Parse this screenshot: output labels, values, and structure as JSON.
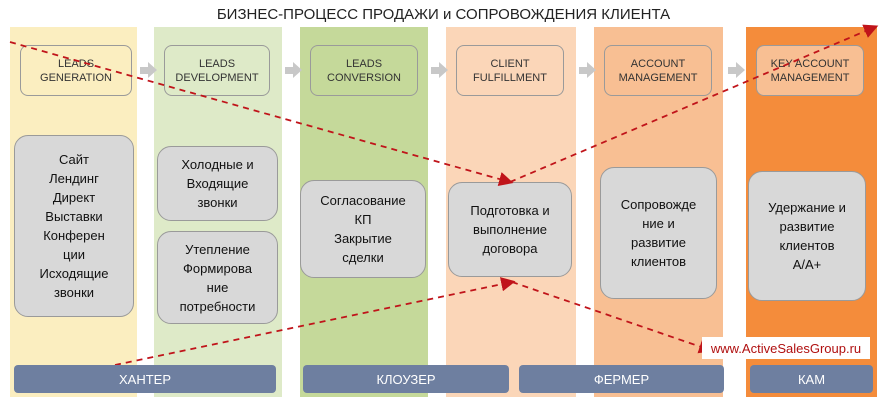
{
  "title": "БИЗНЕС-ПРОЦЕСС ПРОДАЖИ и СОПРОВОЖДЕНИЯ КЛИЕНТА",
  "colors": {
    "col1": "#fbeec0",
    "col2": "#deeac8",
    "col3": "#c5d99a",
    "col4": "#fbd6b8",
    "col5": "#f8bf93",
    "col6": "#f48c3b",
    "role": "#6e7fa0",
    "dash": "#c0141a"
  },
  "stages": [
    {
      "line1": "LEADS",
      "line2": "GENERATION"
    },
    {
      "line1": "LEADS",
      "line2": "DEVELOPMENT"
    },
    {
      "line1": "LEADS",
      "line2": "CONVERSION"
    },
    {
      "line1": "CLIENT",
      "line2": "FULFILLMENT"
    },
    {
      "line1": "ACCOUNT",
      "line2": "MANAGEMENT"
    },
    {
      "line1": "KEY ACCOUNT",
      "line2": "MANAGEMENT"
    }
  ],
  "boxes": {
    "col1": "Сайт\nЛендинг\nДирект\nВыставки\nКонферен\nции\nИсходящие\nзвонки",
    "col2_top": "Холодные и\nВходящие\nзвонки",
    "col2_bottom": "Утепление\nФормирова\nние\nпотребности",
    "col3": "Согласование\nКП\nЗакрытие\nсделки",
    "col4": "Подготовка и\nвыполнение\nдоговора",
    "col5": "Сопровожде\nние и\nразвитие\nклиентов",
    "col6": "Удержание и\nразвитие\nклиентов\nA/A+"
  },
  "roles": [
    "ХАНТЕР",
    "КЛОУЗЕР",
    "ФЕРМЕР",
    "КАМ"
  ],
  "website": "www.ActiveSalesGroup.ru"
}
